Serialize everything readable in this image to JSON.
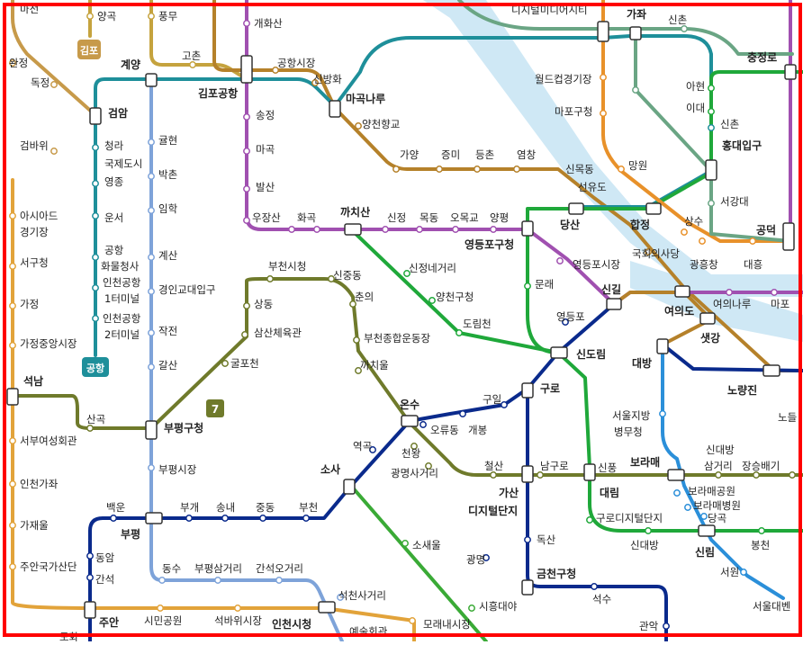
{
  "colors": {
    "line1": "#0a2a8c",
    "line2": "#1fa83a",
    "line3": "#e8912a",
    "line4": "#2b8fd9",
    "line5": "#8d3fb1",
    "line6": "#b5812a",
    "line7": "#6f7a2b",
    "line9": "#c5a33e",
    "airport": "#1e8f9a",
    "gimpo": "#c79a4a",
    "incheon1": "#7ea3d9",
    "seohae": "#7ac142",
    "gyeongui": "#6aa584",
    "ui": "#a0447a",
    "suin": "#e2a33a",
    "river": "#cfe8f5",
    "frame": "#ff0000",
    "label": "#222222"
  },
  "badges": {
    "gimpo": "김포",
    "airport": "공항",
    "line7": "7"
  },
  "stations": [
    {
      "id": "majeon",
      "label": "마전"
    },
    {
      "id": "yanggok",
      "label": "양곡"
    },
    {
      "id": "pungmu",
      "label": "풍무"
    },
    {
      "id": "gaehwasan",
      "label": "개화산"
    },
    {
      "id": "digital-media-city",
      "label": "디지털미디어시티"
    },
    {
      "id": "gajwa",
      "label": "가좌"
    },
    {
      "id": "sinchon-gyeongui",
      "label": "신촌"
    },
    {
      "id": "wanjeong",
      "label": "완정"
    },
    {
      "id": "dokjeong",
      "label": "독정"
    },
    {
      "id": "gyeyang",
      "label": "계양"
    },
    {
      "id": "gochon",
      "label": "고촌"
    },
    {
      "id": "gimpo-airport",
      "label": "김포공항"
    },
    {
      "id": "gonghang-market",
      "label": "공항시장"
    },
    {
      "id": "sinbanghwa",
      "label": "신방화"
    },
    {
      "id": "magongnaru",
      "label": "마곡나루"
    },
    {
      "id": "worldcup-stadium",
      "label": "월드컵경기장"
    },
    {
      "id": "chungjeongno",
      "label": "충정로"
    },
    {
      "id": "ahyeon",
      "label": "아현"
    },
    {
      "id": "idae",
      "label": "이대"
    },
    {
      "id": "sinchon",
      "label": "신촌"
    },
    {
      "id": "geomam",
      "label": "검암"
    },
    {
      "id": "geombawi",
      "label": "검바위"
    },
    {
      "id": "cheongna",
      "label": "청라"
    },
    {
      "id": "gukje-dosi",
      "label": "국제도시"
    },
    {
      "id": "yeongjong",
      "label": "영종"
    },
    {
      "id": "unseo",
      "label": "운서"
    },
    {
      "id": "airport-cargo",
      "label": "공항"
    },
    {
      "id": "airport-cargo-2",
      "label": "화물청사"
    },
    {
      "id": "incheon-airport-t1",
      "label": "인천공항"
    },
    {
      "id": "incheon-airport-t1-2",
      "label": "1터미널"
    },
    {
      "id": "incheon-airport-t2",
      "label": "인천공항"
    },
    {
      "id": "incheon-airport-t2-2",
      "label": "2터미널"
    },
    {
      "id": "gyulhyeon",
      "label": "귤현"
    },
    {
      "id": "bakchon",
      "label": "박촌"
    },
    {
      "id": "imhak",
      "label": "임학"
    },
    {
      "id": "gyesan",
      "label": "계산"
    },
    {
      "id": "gyeongin-univ",
      "label": "경인교대입구"
    },
    {
      "id": "jakjeon",
      "label": "작전"
    },
    {
      "id": "galsan",
      "label": "갈산"
    },
    {
      "id": "songjeong",
      "label": "송정"
    },
    {
      "id": "magok",
      "label": "마곡"
    },
    {
      "id": "balsan",
      "label": "발산"
    },
    {
      "id": "yangcheon-hyanggyo",
      "label": "양천향교"
    },
    {
      "id": "mapo-gu-office",
      "label": "마포구청"
    },
    {
      "id": "mangwon",
      "label": "망원"
    },
    {
      "id": "hongik-univ",
      "label": "홍대입구"
    },
    {
      "id": "seogang-univ",
      "label": "서강대"
    },
    {
      "id": "gongdeok",
      "label": "공덕"
    },
    {
      "id": "gayang",
      "label": "가양"
    },
    {
      "id": "jeungmi",
      "label": "증미"
    },
    {
      "id": "deungchon",
      "label": "등촌"
    },
    {
      "id": "yeomchang",
      "label": "염창"
    },
    {
      "id": "sinmokdong",
      "label": "신목동"
    },
    {
      "id": "seonyudo",
      "label": "선유도"
    },
    {
      "id": "asiad-stadium",
      "label": "아시아드"
    },
    {
      "id": "asiad-stadium-2",
      "label": "경기장"
    },
    {
      "id": "seo-gu-office",
      "label": "서구청"
    },
    {
      "id": "gajeong",
      "label": "가정"
    },
    {
      "id": "gajeong-jungang-market",
      "label": "가정중앙시장"
    },
    {
      "id": "ujangsan",
      "label": "우장산"
    },
    {
      "id": "hwagok",
      "label": "화곡"
    },
    {
      "id": "kkachisan",
      "label": "까치산"
    },
    {
      "id": "sinjeong",
      "label": "신정"
    },
    {
      "id": "mokdong",
      "label": "목동"
    },
    {
      "id": "omokgyo",
      "label": "오목교"
    },
    {
      "id": "yangpyeong",
      "label": "양평"
    },
    {
      "id": "yeongdeungpo-gu-office",
      "label": "영등포구청"
    },
    {
      "id": "dangsan",
      "label": "당산"
    },
    {
      "id": "hapjeong",
      "label": "합정"
    },
    {
      "id": "sangsu",
      "label": "상수"
    },
    {
      "id": "national-assembly",
      "label": "국회의사당"
    },
    {
      "id": "gwangheungchang",
      "label": "광흥창"
    },
    {
      "id": "daeheung",
      "label": "대흥"
    },
    {
      "id": "sinjeongnegeori",
      "label": "신정네거리"
    },
    {
      "id": "yangcheon-gu-office",
      "label": "양천구청"
    },
    {
      "id": "dorimcheon",
      "label": "도림천"
    },
    {
      "id": "mullae",
      "label": "문래"
    },
    {
      "id": "yeongdeungpo-market",
      "label": "영등포시장"
    },
    {
      "id": "singil",
      "label": "신길"
    },
    {
      "id": "yeouido",
      "label": "여의도"
    },
    {
      "id": "yeouinaru",
      "label": "여의나루"
    },
    {
      "id": "mapo",
      "label": "마포"
    },
    {
      "id": "bucheon-city-hall",
      "label": "부천시청"
    },
    {
      "id": "sinjung-dong",
      "label": "신중동"
    },
    {
      "id": "chunui",
      "label": "춘의"
    },
    {
      "id": "sang-dong",
      "label": "상동"
    },
    {
      "id": "samsan-gym",
      "label": "삼산체육관"
    },
    {
      "id": "bucheon-stadium",
      "label": "부천종합운동장"
    },
    {
      "id": "gulpocheon",
      "label": "굴포천"
    },
    {
      "id": "kkachiul",
      "label": "까치울"
    },
    {
      "id": "yeongdeungpo",
      "label": "영등포"
    },
    {
      "id": "sindorim",
      "label": "신도림"
    },
    {
      "id": "daebang",
      "label": "대방"
    },
    {
      "id": "saetgang",
      "label": "샛강"
    },
    {
      "id": "noryangjin",
      "label": "노량진"
    },
    {
      "id": "nodeul",
      "label": "노들"
    },
    {
      "id": "seoknam",
      "label": "석남"
    },
    {
      "id": "sangok",
      "label": "산곡"
    },
    {
      "id": "bupyeong-gu-office",
      "label": "부평구청"
    },
    {
      "id": "onsu",
      "label": "온수"
    },
    {
      "id": "guil",
      "label": "구일"
    },
    {
      "id": "guro",
      "label": "구로"
    },
    {
      "id": "oryu-dong",
      "label": "오류동"
    },
    {
      "id": "gaebong",
      "label": "개봉"
    },
    {
      "id": "seoul-local-labor",
      "label": "서울지방"
    },
    {
      "id": "seoul-local-labor-2",
      "label": "병무청"
    },
    {
      "id": "sindaebang-samgeori",
      "label": "신대방"
    },
    {
      "id": "sindaebang-samgeori-2",
      "label": "삼거리"
    },
    {
      "id": "jangseungbaegi",
      "label": "장승배기"
    },
    {
      "id": "seobu-womens-center",
      "label": "서부여성회관"
    },
    {
      "id": "yeokgok",
      "label": "역곡"
    },
    {
      "id": "cheonwang",
      "label": "천왕"
    },
    {
      "id": "gwangmyeong-sageori",
      "label": "광명사거리"
    },
    {
      "id": "cheolsan",
      "label": "철산"
    },
    {
      "id": "namguro",
      "label": "남구로"
    },
    {
      "id": "sinpung",
      "label": "신풍"
    },
    {
      "id": "boramae",
      "label": "보라매"
    },
    {
      "id": "incheon-gajwa",
      "label": "인천가좌"
    },
    {
      "id": "bupyeong-market",
      "label": "부평시장"
    },
    {
      "id": "sosa",
      "label": "소사"
    },
    {
      "id": "gasan-digital",
      "label": "가산"
    },
    {
      "id": "gasan-digital-2",
      "label": "디지털단지"
    },
    {
      "id": "daerim",
      "label": "대림"
    },
    {
      "id": "boramae-park",
      "label": "보라매공원"
    },
    {
      "id": "boramae-hospital",
      "label": "보라매병원"
    },
    {
      "id": "dangok",
      "label": "당곡"
    },
    {
      "id": "gaejaeul",
      "label": "가재울"
    },
    {
      "id": "baegun",
      "label": "백운"
    },
    {
      "id": "bugae",
      "label": "부개"
    },
    {
      "id": "songnae",
      "label": "송내"
    },
    {
      "id": "jung-dong",
      "label": "중동"
    },
    {
      "id": "bucheon",
      "label": "부천"
    },
    {
      "id": "guro-digital",
      "label": "구로디지털단지"
    },
    {
      "id": "bupyeong",
      "label": "부평"
    },
    {
      "id": "sosaeul",
      "label": "소새울"
    },
    {
      "id": "doksan",
      "label": "독산"
    },
    {
      "id": "sindaebang",
      "label": "신대방"
    },
    {
      "id": "sillim",
      "label": "신림"
    },
    {
      "id": "bongcheon",
      "label": "봉천"
    },
    {
      "id": "juan-national-industrial",
      "label": "주안국가산단"
    },
    {
      "id": "dongam",
      "label": "동암"
    },
    {
      "id": "ganseok",
      "label": "간석"
    },
    {
      "id": "dongsu",
      "label": "동수"
    },
    {
      "id": "bupyeong-samgeori",
      "label": "부평삼거리"
    },
    {
      "id": "ganseok-ogeori",
      "label": "간석오거리"
    },
    {
      "id": "gwangmyeong",
      "label": "광명"
    },
    {
      "id": "geumcheon-gu-office",
      "label": "금천구청"
    },
    {
      "id": "seowon",
      "label": "서원"
    },
    {
      "id": "seokcheon-sageori",
      "label": "석천사거리"
    },
    {
      "id": "siheung-daeya",
      "label": "시흥대야"
    },
    {
      "id": "seoksu",
      "label": "석수"
    },
    {
      "id": "seoul-nat-univ",
      "label": "서울대벤"
    },
    {
      "id": "juan",
      "label": "주안"
    },
    {
      "id": "simin-park",
      "label": "시민공원"
    },
    {
      "id": "seokbawi-market",
      "label": "석바위시장"
    },
    {
      "id": "incheon-city-hall",
      "label": "인천시청"
    },
    {
      "id": "arts-center",
      "label": "예술회관"
    },
    {
      "id": "moraenae-market",
      "label": "모래내시장"
    },
    {
      "id": "gwanak",
      "label": "관악"
    },
    {
      "id": "dohwa",
      "label": "도화"
    }
  ]
}
